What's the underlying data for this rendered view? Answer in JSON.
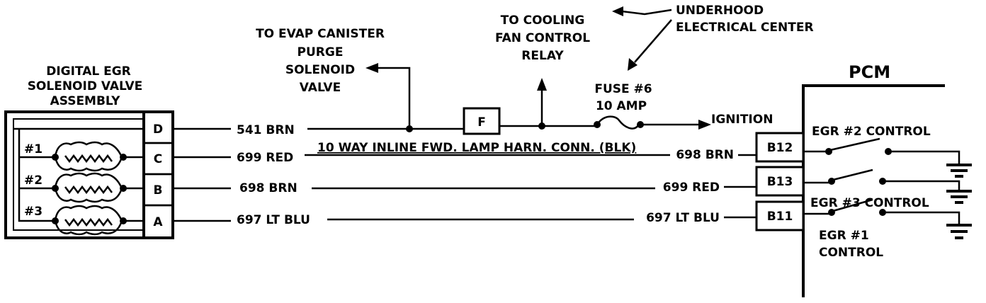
{
  "valve_assembly": {
    "title_lines": [
      "DIGITAL EGR",
      "SOLENOID VALVE",
      "ASSEMBLY"
    ],
    "pins": [
      "D",
      "C",
      "B",
      "A"
    ],
    "solenoids": [
      "#1",
      "#2",
      "#3"
    ]
  },
  "wires": {
    "d": "541 BRN",
    "c": "699 RED",
    "b": "698 BRN",
    "a": "697 LT BLU"
  },
  "connector_label": "10 WAY INLINE FWD. LAMP HARN. CONN. (BLK)",
  "evap_lines": [
    "TO EVAP CANISTER",
    "PURGE",
    "SOLENOID",
    "VALVE"
  ],
  "fan_lines": [
    "TO COOLING",
    "FAN CONTROL",
    "RELAY"
  ],
  "underhood_lines": [
    "UNDERHOOD",
    "ELECTRICAL CENTER"
  ],
  "fuse_lines": [
    "FUSE #6",
    "10 AMP"
  ],
  "fuse_terminal": "F",
  "ignition": "IGNITION",
  "pcm": {
    "title": "PCM",
    "pins": [
      "B12",
      "B13",
      "B11"
    ],
    "wire_b12": "698 BRN",
    "wire_b13": "699 RED",
    "wire_b11": "697 LT BLU",
    "egr2": "EGR  #2 CONTROL",
    "egr3": "EGR  #3 CONTROL",
    "egr1_lines": [
      "EGR  #1",
      "CONTROL"
    ]
  }
}
